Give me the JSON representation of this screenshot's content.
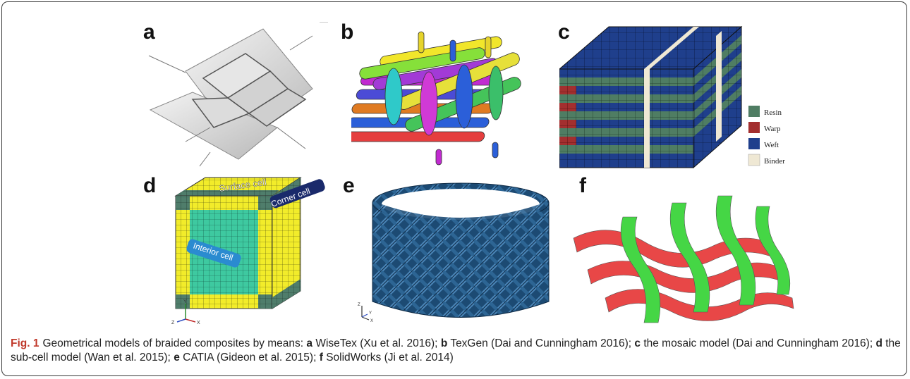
{
  "figure": {
    "panels": [
      {
        "letter": "a"
      },
      {
        "letter": "b"
      },
      {
        "letter": "c",
        "legend": [
          "Resin",
          "Warp",
          "Weft",
          "Binder"
        ]
      },
      {
        "letter": "d",
        "labels": {
          "surface": "Surface cell",
          "corner": "Corner cell",
          "interior": "Interior cell"
        },
        "axes": {
          "y": "Y",
          "z": "Z",
          "x": "X"
        }
      },
      {
        "letter": "e",
        "axes": {
          "z": "Z",
          "x": "X",
          "y": "Y"
        }
      },
      {
        "letter": "f"
      }
    ],
    "colors": {
      "resin": "#4f7d63",
      "warp": "#a32f2f",
      "weft": "#1f3f8c",
      "binder": "#efe8d4",
      "caption_label": "#c0392b"
    }
  },
  "caption": {
    "label": "Fig. 1",
    "intro": "Geometrical models of braided composites by means:",
    "items": [
      {
        "letter": "a",
        "text": "WiseTex (Xu et al. 2016);"
      },
      {
        "letter": "b",
        "text": "TexGen (Dai and Cunningham 2016);"
      },
      {
        "letter": "c",
        "text": "the mosaic model (Dai and Cunningham 2016);"
      },
      {
        "letter": "d",
        "text": "the sub-cell model (Wan et al. 2015);"
      },
      {
        "letter": "e",
        "text": "CATIA (Gideon et al. 2015);"
      },
      {
        "letter": "f",
        "text": "SolidWorks (Ji et al. 2014)"
      }
    ]
  }
}
